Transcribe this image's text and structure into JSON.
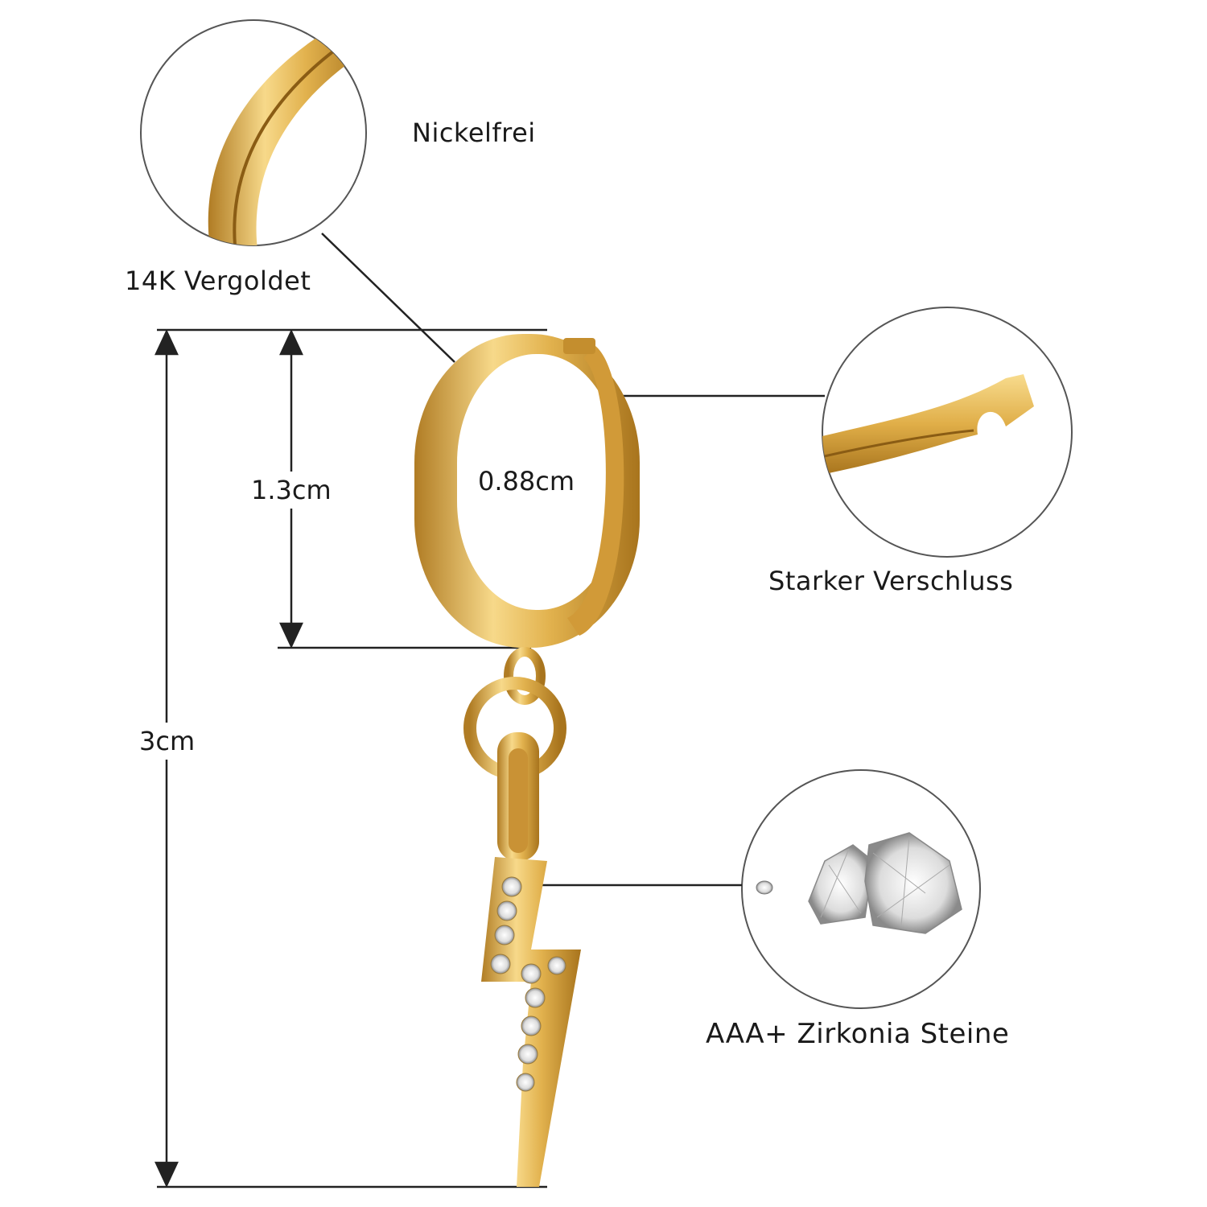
{
  "labels": {
    "nickel_free": "Nickelfrei",
    "gold_plated": "14K Vergoldet",
    "strong_clasp": "Starker Verschluss",
    "zirconia": "AAA+ Zirkonia Steine"
  },
  "dimensions": {
    "total_length": "3cm",
    "hoop_outer": "1.3cm",
    "hoop_inner": "0.88cm"
  },
  "colors": {
    "gold_light": "#f7d98a",
    "gold_mid": "#e2b24e",
    "gold_dark": "#b07c24",
    "line": "#222222"
  }
}
